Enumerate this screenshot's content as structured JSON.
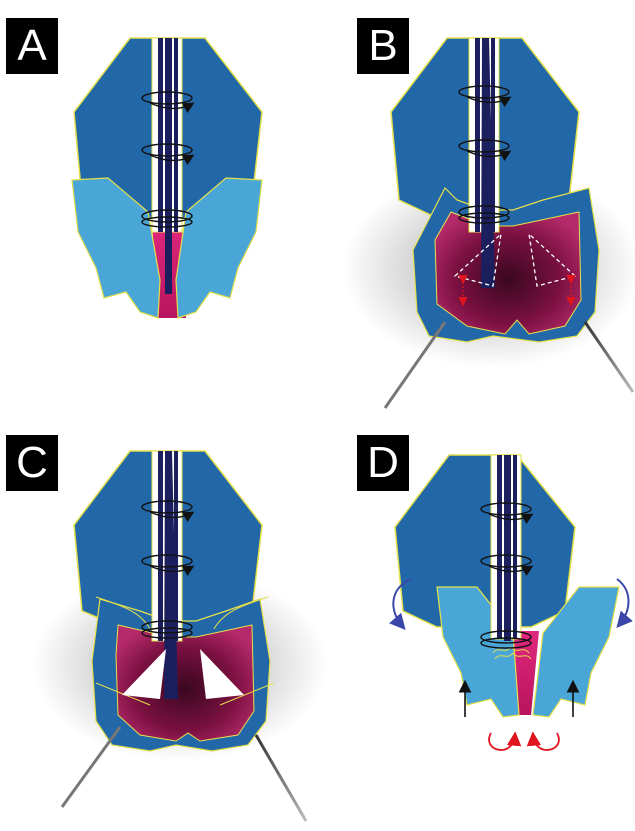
{
  "panels": [
    {
      "label": "A"
    },
    {
      "label": "B"
    },
    {
      "label": "C"
    },
    {
      "label": "D"
    }
  ],
  "colors": {
    "background": "#ffffff",
    "head_blue": "#2268a8",
    "flap_blue": "#4aa6d6",
    "cavity_magenta": "#7a1040",
    "pink": "#d8207a",
    "outline_yellow": "#e6e04a",
    "shaft_navy": "#1c1f5e",
    "arrow_red": "#e0141e",
    "arrow_blue": "#3a46a8",
    "arrow_black": "#111111",
    "probe_grey": "#777777"
  },
  "icons": [
    "spiral-arrow-icon",
    "curved-arrow-icon",
    "straight-arrow-icon",
    "needle-probe"
  ]
}
